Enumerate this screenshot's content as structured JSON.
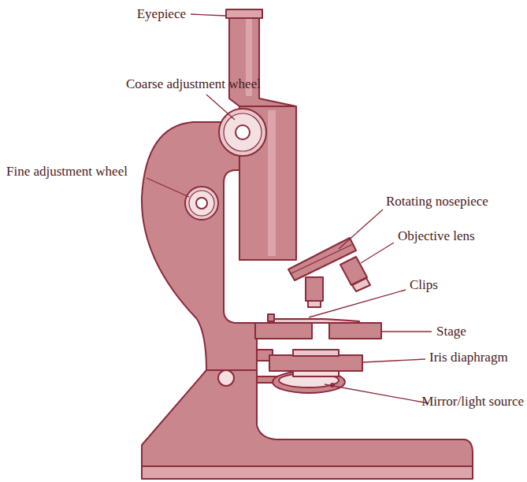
{
  "diagram": {
    "labels": [
      "Eyepiece",
      "Coarse adjustment wheel",
      "Fine adjustment wheel",
      "Rotating nosepiece",
      "Objective lens",
      "Clips",
      "Stage",
      "Iris diaphragm",
      "Mirror/light source"
    ]
  }
}
